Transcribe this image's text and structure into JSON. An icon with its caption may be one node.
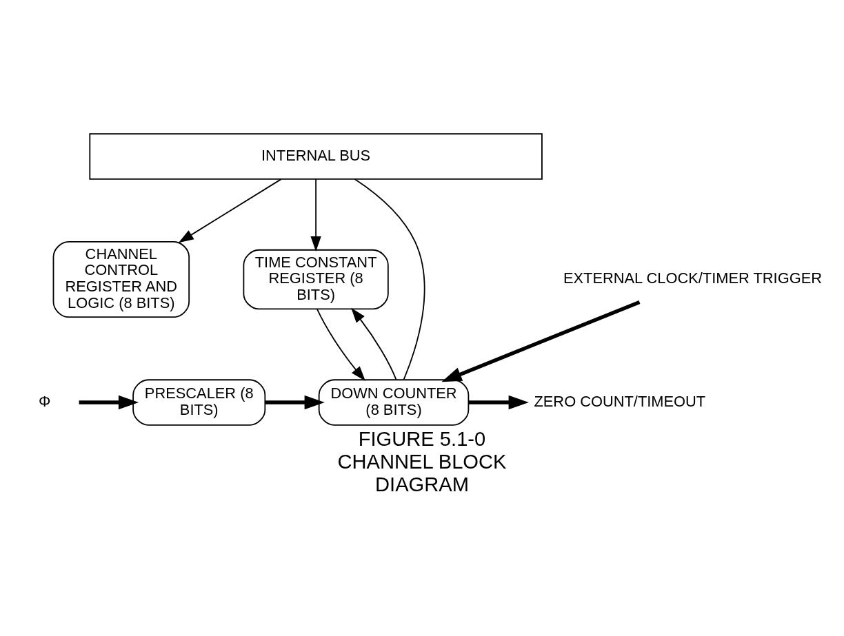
{
  "diagram": {
    "caption": "FIGURE 5.1-0 CHANNEL BLOCK DIAGRAM",
    "nodes": [
      {
        "text": [
          "CHANNEL CONTROL REGISTER AND LOGIC (8 BITS)"
        ]
      },
      {
        "text": [
          "TIME CONSTANT REGISTER (8 BITS)"
        ]
      },
      {
        "text": [
          "INTERNAL BUS"
        ]
      },
      {
        "text": [
          "Φ"
        ]
      },
      {
        "text": [
          "PRESCALER (8 BITS)"
        ]
      },
      {
        "text": [
          "EXTERNAL CLOCK/TIMER TRIGGER"
        ]
      },
      {
        "text": [
          "DOWN COUNTER (8 BITS)"
        ]
      },
      {
        "text": [
          "ZERO COUNT/TIMEOUT"
        ]
      }
    ],
    "edges": [
      {
        "from": 2,
        "to": 0,
        "arrow": "to"
      },
      {
        "from": 2,
        "to": 1,
        "arrow": "to"
      },
      {
        "from": 6,
        "to": 1,
        "arrow": "to"
      },
      {
        "from": 1,
        "to": 6,
        "arrow": "to"
      },
      {
        "from": 2,
        "to": 6,
        "arrow": "none"
      },
      {
        "from": 3,
        "to": 4,
        "arrow": "to",
        "style": "thick"
      },
      {
        "from": 4,
        "to": 6,
        "arrow": "to",
        "style": "thick"
      },
      {
        "from": 5,
        "to": 6,
        "arrow": "to",
        "style": "thick"
      },
      {
        "from": 6,
        "to": 7,
        "arrow": "to",
        "style": "thick"
      }
    ]
  }
}
